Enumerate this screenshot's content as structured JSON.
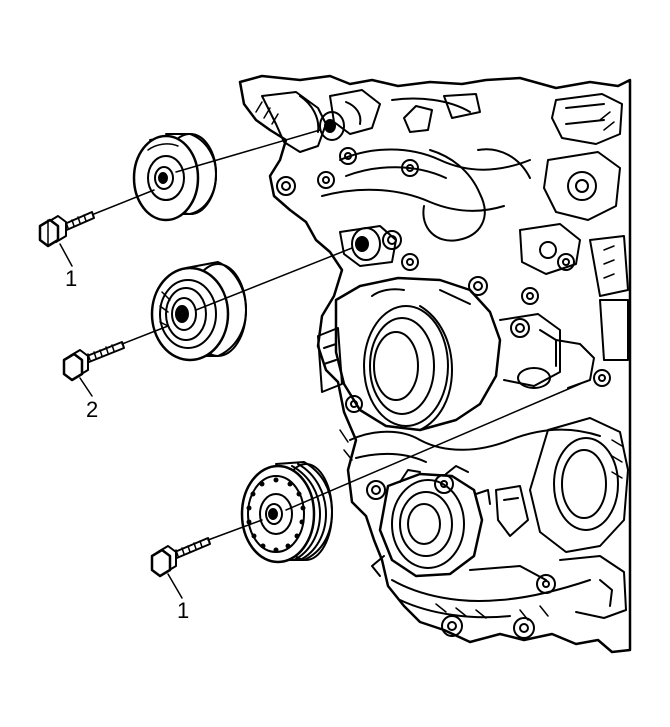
{
  "figure": {
    "callouts": [
      {
        "id": "a",
        "text": "1"
      },
      {
        "id": "b",
        "text": "2"
      },
      {
        "id": "c",
        "text": "1"
      }
    ],
    "colors": {
      "line": "#000000",
      "fill": "#ffffff"
    },
    "parts": [
      "upper-idler-pulley",
      "middle-idler-pulley",
      "lower-grooved-pulley",
      "bolt-upper",
      "bolt-middle",
      "bolt-lower",
      "engine-front-cover"
    ]
  }
}
